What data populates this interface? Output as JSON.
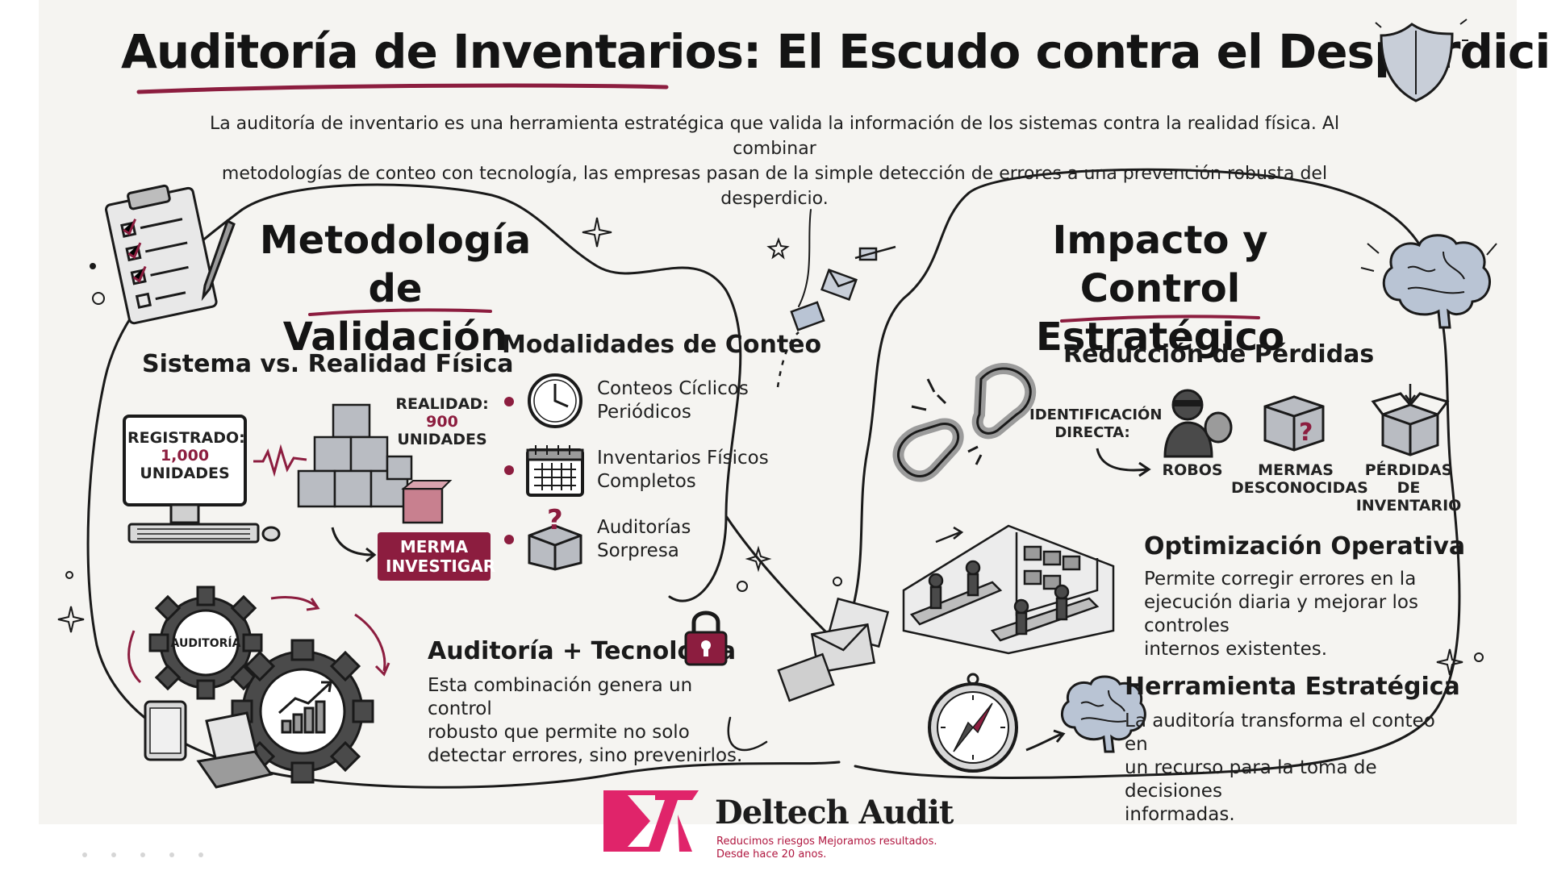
{
  "header": {
    "title": "Auditoría de Inventarios: El Escudo contra el Desperdicio",
    "intro_line1": "La auditoría de inventario es una herramienta estratégica que valida la información de los sistemas contra la realidad física. Al combinar",
    "intro_line2": "metodologías de conteo con tecnología, las empresas pasan de la simple detección de errores a una prevención robusta del desperdicio."
  },
  "left_section": {
    "title_line1": "Metodología de",
    "title_line2": "Validación",
    "system_vs_reality": {
      "heading": "Sistema vs. Realidad Física",
      "screen_line1": "REGISTRADO:",
      "screen_line2": "1,000",
      "screen_line3": "UNIDADES",
      "reality_line1": "REALIDAD:",
      "reality_line2": "900",
      "reality_line3": "UNIDADES",
      "merma_line1": "MERMA",
      "merma_line2": "INVESTIGAR"
    },
    "counting": {
      "heading": "Modalidades de Conteo",
      "items": [
        {
          "line1": "Conteos Cíclicos",
          "line2": "Periódicos",
          "icon": "clock-icon"
        },
        {
          "line1": "Inventarios Físicos",
          "line2": "Completos",
          "icon": "calendar-icon"
        },
        {
          "line1": "Auditorías",
          "line2": "Sorpresa",
          "icon": "question-box-icon"
        }
      ]
    },
    "technology": {
      "gear_label": "AUDITORÍA",
      "heading": "Auditoría + Tecnología",
      "line1": "Esta combinación genera un control",
      "line2": "robusto que permite no solo",
      "line3": "detectar errores, sino prevenirlos."
    }
  },
  "right_section": {
    "title_line1": "Impacto y Control",
    "title_line2": "Estratégico",
    "losses": {
      "heading": "Reducción de Pérdidas",
      "ident_line1": "IDENTIFICACIÓN",
      "ident_line2": "DIRECTA:",
      "items": [
        {
          "line1": "ROBOS",
          "line2": ""
        },
        {
          "line1": "MERMAS",
          "line2": "DESCONOCIDAS"
        },
        {
          "line1": "PÉRDIDAS DE",
          "line2": "INVENTARIO"
        }
      ]
    },
    "operational": {
      "heading": "Optimización Operativa",
      "line1": "Permite corregir errores en la",
      "line2": "ejecución diaria y mejorar los controles",
      "line3": "internos existentes."
    },
    "strategic": {
      "heading": "Herramienta Estratégica",
      "line1": "La auditoría transforma el conteo en",
      "line2": "un recurso para la toma de decisiones",
      "line3": "informadas."
    }
  },
  "brand": {
    "name": "Deltech Audit",
    "tagline1": "Reducimos riesgos  Mejoramos resultados.",
    "tagline2": "Desde hace 20 anos."
  },
  "colors": {
    "accent": "#8c1d3f",
    "brand_pink": "#e0246a",
    "ink": "#1c1c1c",
    "paper": "#f5f4f1"
  }
}
